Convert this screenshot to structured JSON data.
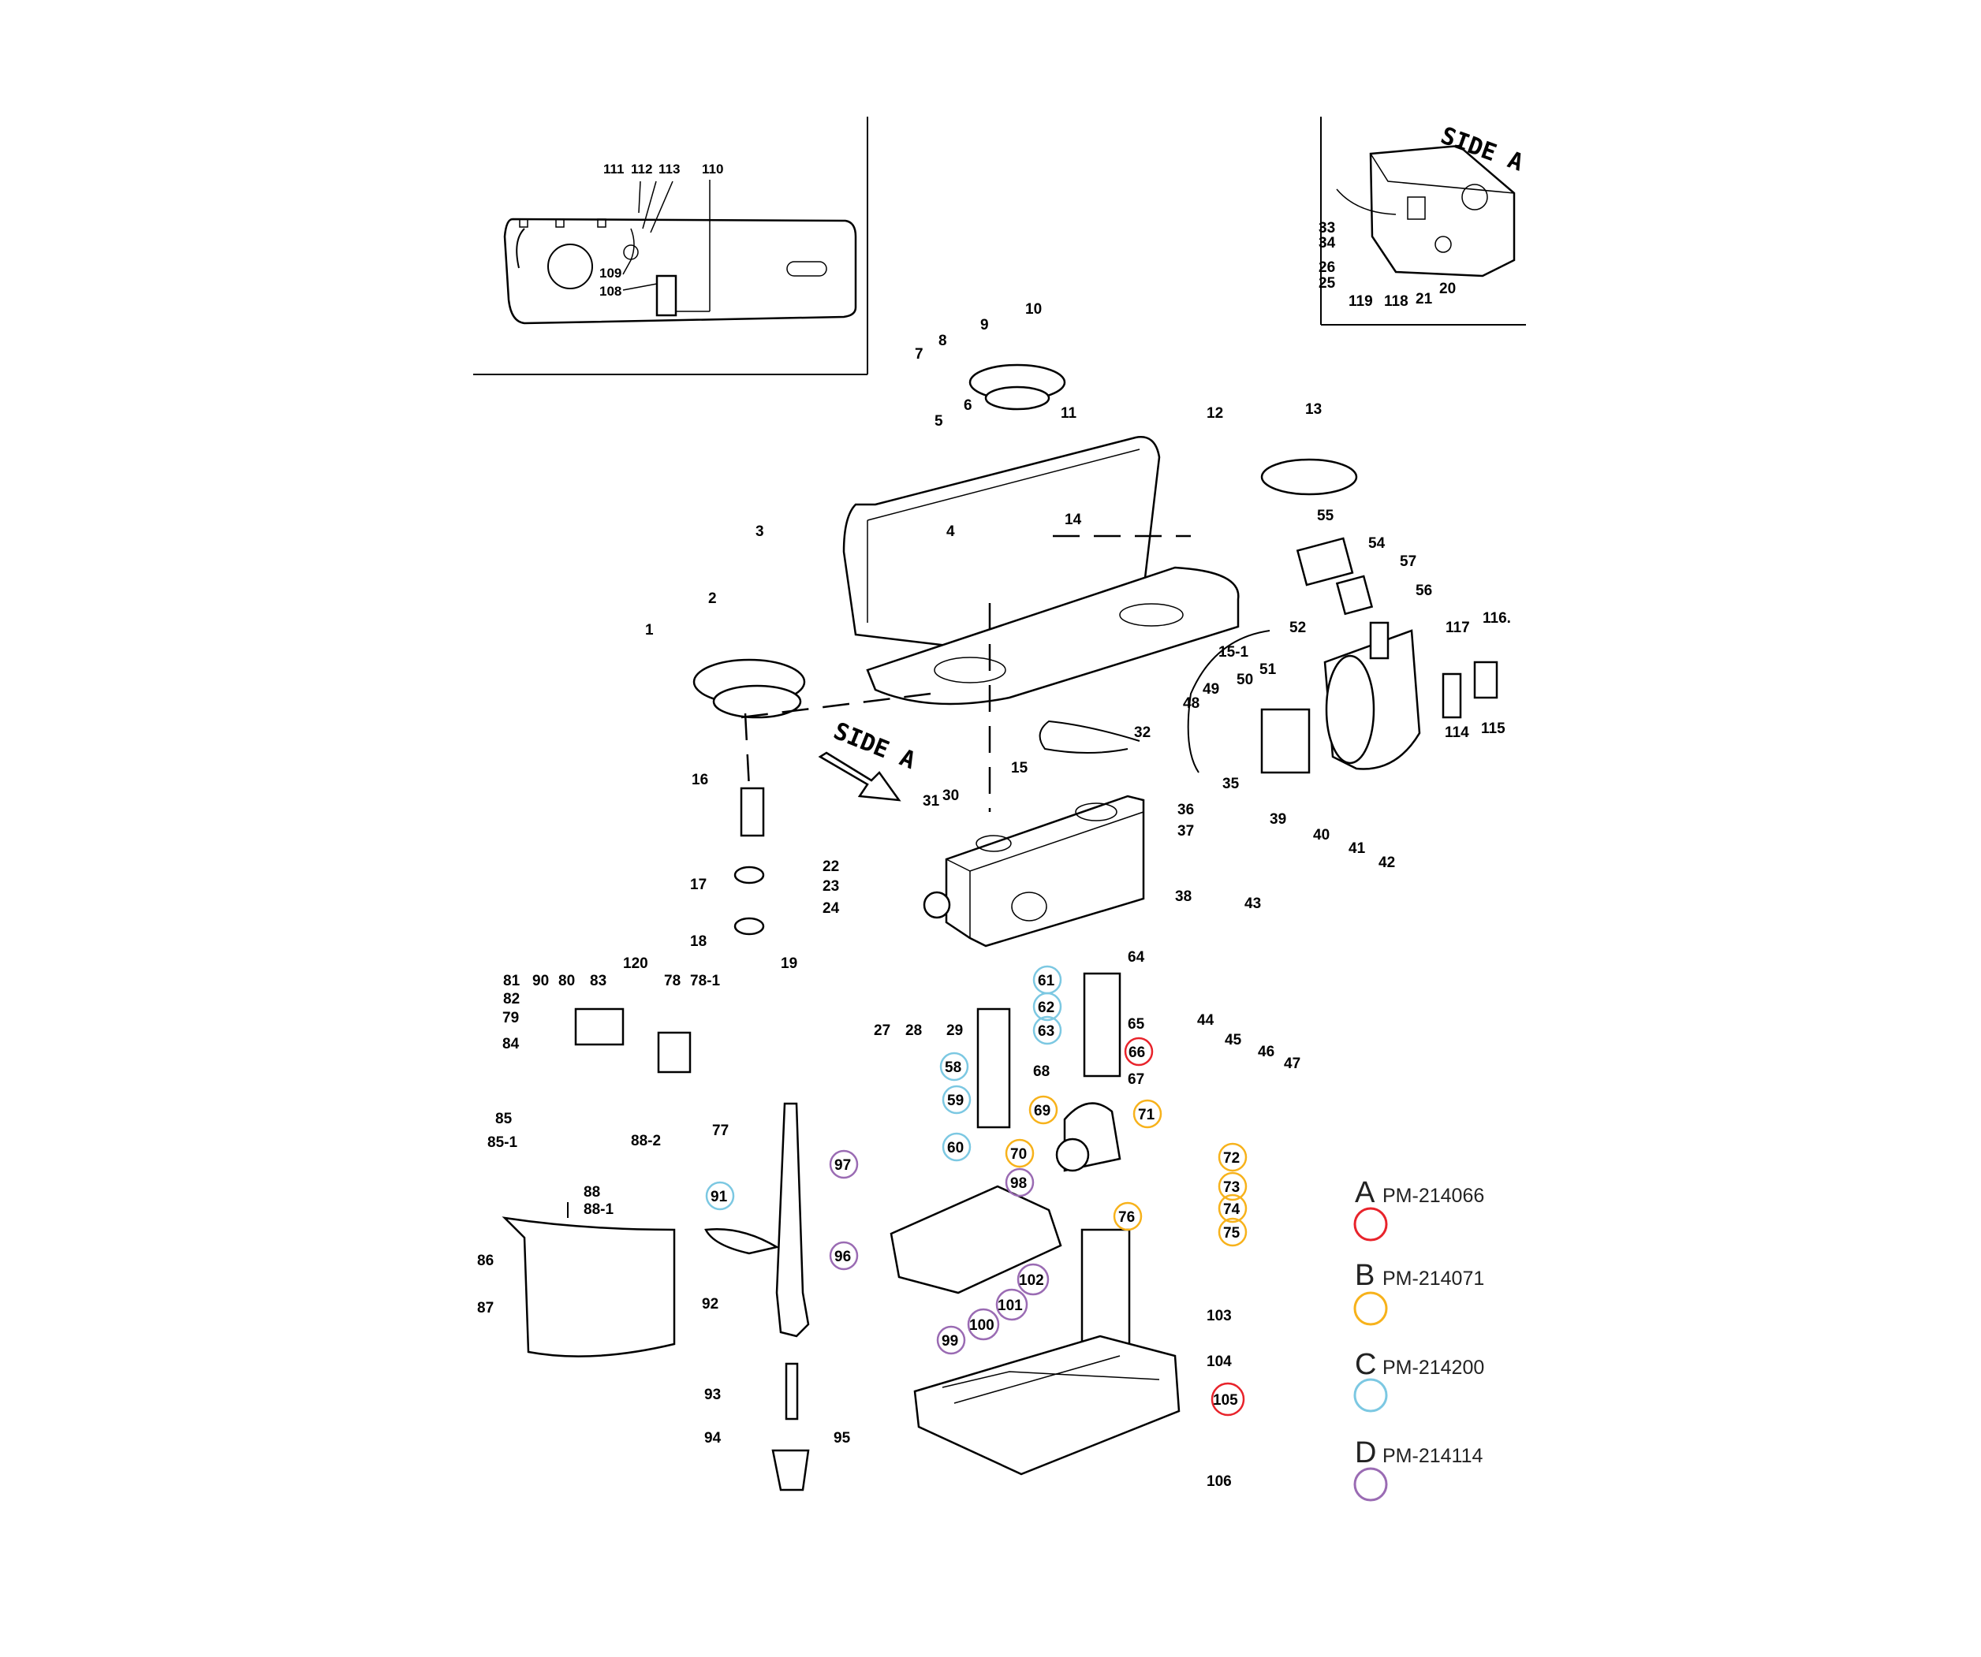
{
  "diagram": {
    "inset_left_labels": [
      "111",
      "112",
      "113",
      "110",
      "109",
      "108"
    ],
    "inset_right_labels": [
      "33",
      "34",
      "26",
      "25",
      "119",
      "118",
      "21",
      "20"
    ],
    "inset_right_title": "SIDE A",
    "main_arrow_label": "SIDE A",
    "part_labels": [
      "1",
      "2",
      "3",
      "4",
      "5",
      "6",
      "7",
      "8",
      "9",
      "10",
      "11",
      "12",
      "13",
      "14",
      "15",
      "15-1",
      "16",
      "17",
      "18",
      "19",
      "22",
      "23",
      "24",
      "27",
      "28",
      "29",
      "30",
      "31",
      "32",
      "35",
      "36",
      "37",
      "38",
      "39",
      "40",
      "41",
      "42",
      "43",
      "44",
      "45",
      "46",
      "47",
      "48",
      "49",
      "50",
      "51",
      "52",
      "54",
      "55",
      "56",
      "57",
      "64",
      "65",
      "67",
      "68",
      "77",
      "78",
      "78-1",
      "79",
      "80",
      "81",
      "82",
      "83",
      "84",
      "85",
      "85-1",
      "86",
      "87",
      "88",
      "88-1",
      "88-2",
      "90",
      "92",
      "93",
      "94",
      "95",
      "103",
      "104",
      "106",
      "114",
      "115",
      "116.",
      "117",
      "120"
    ],
    "highlighted_labels": {
      "red": [
        "66",
        "105"
      ],
      "orange": [
        "69",
        "70",
        "71",
        "72",
        "73",
        "74",
        "75",
        "76"
      ],
      "blue": [
        "58",
        "59",
        "60",
        "61",
        "62",
        "63",
        "91"
      ],
      "purple": [
        "96",
        "97",
        "98",
        "99",
        "100",
        "101",
        "102"
      ]
    }
  },
  "legend": [
    {
      "letter": "A",
      "code": "PM-214066",
      "color": "#e8232b"
    },
    {
      "letter": "B",
      "code": "PM-214071",
      "color": "#f7b21b"
    },
    {
      "letter": "C",
      "code": "PM-214200",
      "color": "#7cc8e2"
    },
    {
      "letter": "D",
      "code": "PM-214114",
      "color": "#9a6bb3"
    }
  ]
}
